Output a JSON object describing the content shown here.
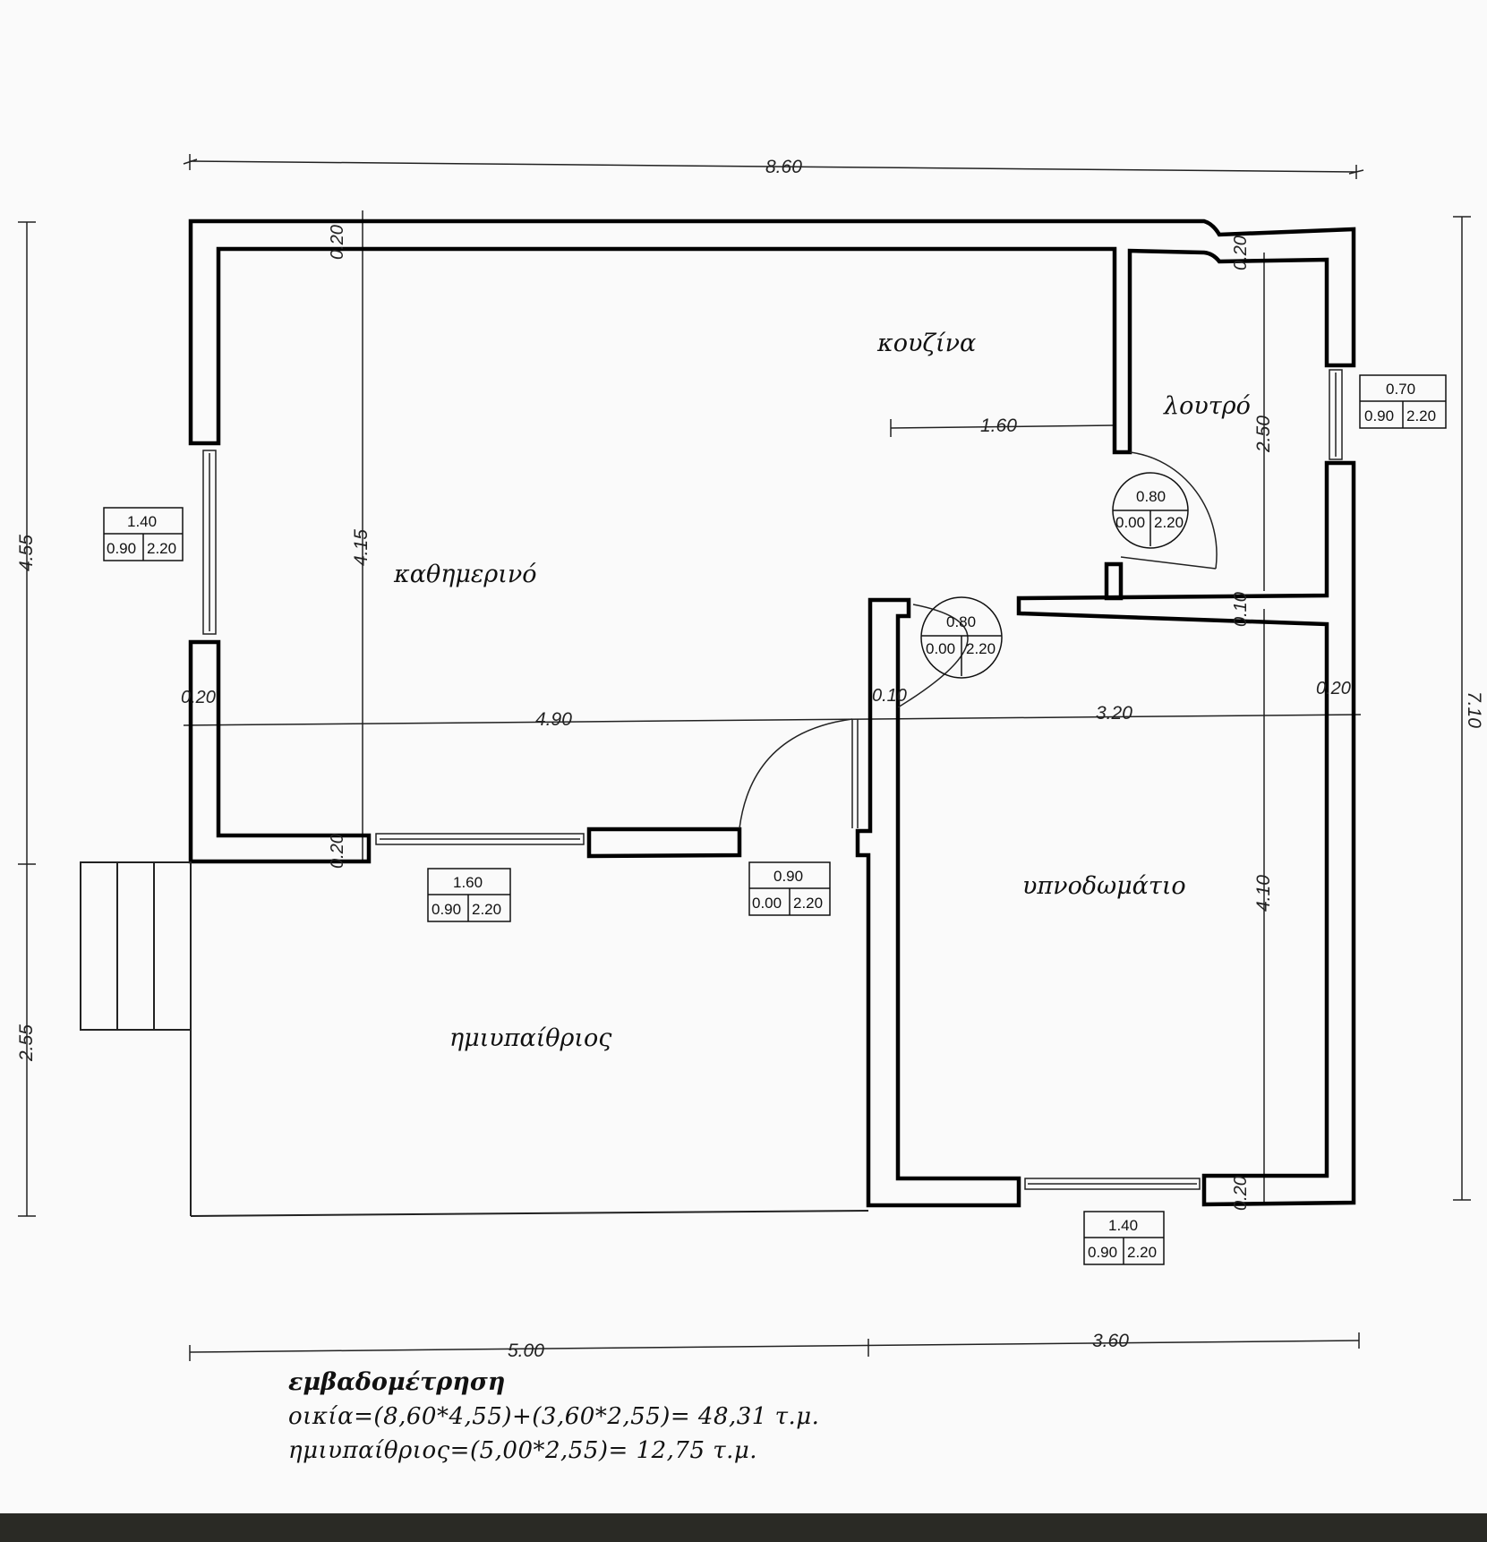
{
  "dimensions": {
    "top_total": "8.60",
    "bottom_left": "5.00",
    "bottom_right": "3.60",
    "left_upper": "4.55",
    "left_lower": "2.55",
    "right_total": "7.10",
    "interior_horizontal_left": "4.90",
    "interior_horizontal_right": "3.20",
    "kitchen_bath_partition": "1.60",
    "living_vertical": "4.15",
    "bathroom_vertical": "2.50",
    "bedroom_vertical": "4.10"
  },
  "wall_thickness": {
    "top_left": "0.20",
    "top_right": "0.20",
    "left": "0.20",
    "right": "0.20",
    "bath_floor": "0.10",
    "inner_partition": "0.10",
    "living_floor": "0.20",
    "bedroom_floor": "0.20"
  },
  "rooms": {
    "kitchen": "κουζίνα",
    "bathroom": "λουτρό",
    "living": "καθημερινό",
    "bedroom": "υπνοδωμάτιο",
    "semi_outdoor": "ημιυπαίθριος"
  },
  "openings": [
    {
      "id": "left-window",
      "width": "1.40",
      "sill": "0.90",
      "height": "2.20"
    },
    {
      "id": "bath-window",
      "width": "0.70",
      "sill": "0.90",
      "height": "2.20"
    },
    {
      "id": "bath-door",
      "width": "0.80",
      "sill": "0.00",
      "height": "2.20"
    },
    {
      "id": "bedroom-door",
      "width": "0.80",
      "sill": "0.00",
      "height": "2.20"
    },
    {
      "id": "living-window",
      "width": "1.60",
      "sill": "0.90",
      "height": "2.20"
    },
    {
      "id": "entrance-door",
      "width": "0.90",
      "sill": "0.00",
      "height": "2.20"
    },
    {
      "id": "bedroom-window",
      "width": "1.40",
      "sill": "0.90",
      "height": "2.20"
    }
  ],
  "area_calc": {
    "title": "εμβαδομέτρηση",
    "house": "οικία=(8,60*4,55)+(3,60*2,55)=  48,31  τ.μ.",
    "semi_outdoor": "ημιυπαίθριος=(5,00*2,55)=  12,75  τ.μ."
  }
}
